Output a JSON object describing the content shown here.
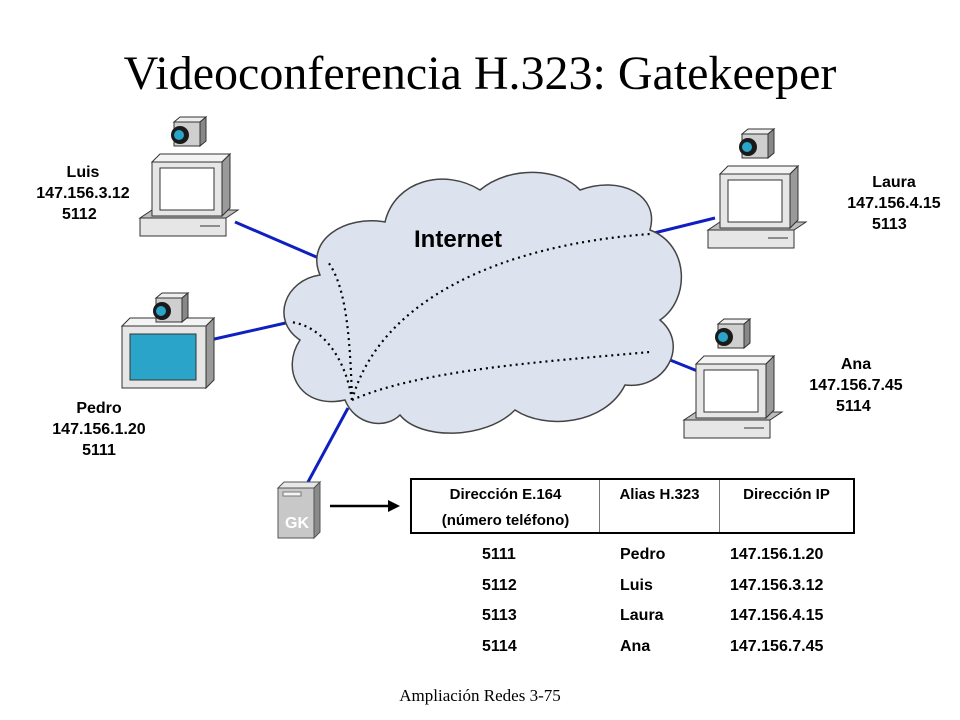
{
  "title": "Videoconferencia H.323: Gatekeeper",
  "cloud_label": "Internet",
  "gatekeeper_label": "GK",
  "nodes": {
    "luis": {
      "name": "Luis",
      "ip": "147.156.3.12",
      "number": "5112"
    },
    "laura": {
      "name": "Laura",
      "ip": "147.156.4.15",
      "number": "5113"
    },
    "pedro": {
      "name": "Pedro",
      "ip": "147.156.1.20",
      "number": "5111"
    },
    "ana": {
      "name": "Ana",
      "ip": "147.156.7.45",
      "number": "5114"
    }
  },
  "table": {
    "headers": {
      "e164_line1": "Dirección E.164",
      "e164_line2": "(número teléfono)",
      "alias": "Alias H.323",
      "ip": "Dirección IP"
    },
    "rows": [
      {
        "e164": "5111",
        "alias": "Pedro",
        "ip": "147.156.1.20"
      },
      {
        "e164": "5112",
        "alias": "Luis",
        "ip": "147.156.3.12"
      },
      {
        "e164": "5113",
        "alias": "Laura",
        "ip": "147.156.4.15"
      },
      {
        "e164": "5114",
        "alias": "Ana",
        "ip": "147.156.7.45"
      }
    ]
  },
  "footer": "Ampliación Redes 3-75",
  "colors": {
    "link": "#1020c0",
    "cloud": "#dde3ee",
    "screen_cyan": "#2aa4c8",
    "computer": "#e6e6e6"
  }
}
